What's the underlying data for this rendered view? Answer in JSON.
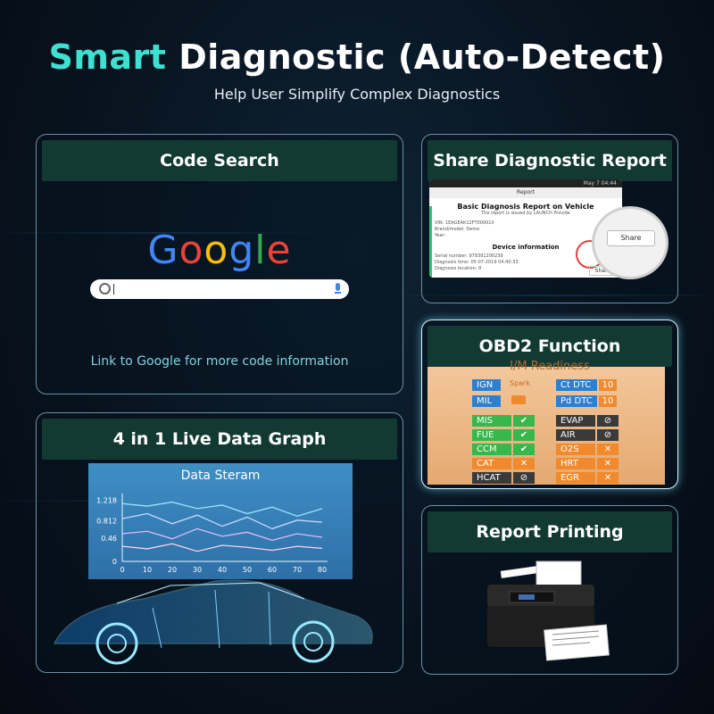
{
  "header": {
    "title_accent": "Smart",
    "title_rest": "Diagnostic (Auto-Detect)",
    "subtitle": "Help User Simplify Complex Diagnostics"
  },
  "code_search": {
    "heading": "Code Search",
    "logo_letters": [
      "G",
      "o",
      "o",
      "g",
      "l",
      "e"
    ],
    "link_text": "Link to Google for more code information"
  },
  "share_report": {
    "heading": "Share Diagnostic Report",
    "status_time": "May 7   04:44",
    "screen_title": "Report",
    "report_title": "Basic Diagnosis Report on Vehicle",
    "report_sub": "The report is issued by LAUNCH Provide",
    "vin": "VIN: 1EAGEAK12FT00001X",
    "brand": "Brand/model: Demo",
    "year": "Year:",
    "device_info": "Device information",
    "serial": "Serial number: 979391200239",
    "diag_time": "Diagnosis time: 05-07-2019 04:40:33",
    "diag_location": "Diagnosis location: 9",
    "share_label": "Share",
    "share_label_small": "Share"
  },
  "obd2": {
    "heading": "OBD2 Function",
    "readiness_title": "I/M Readiness",
    "ign": "IGN",
    "spark": "Spark",
    "mil": "MIL",
    "ct_dtc": "Ct DTC",
    "ct_val": "10",
    "pd_dtc": "Pd DTC",
    "pd_val": "10",
    "left_monitors": [
      {
        "name": "MIS",
        "status": "✔",
        "color": "#36b84c"
      },
      {
        "name": "FUE",
        "status": "✔",
        "color": "#36b84c"
      },
      {
        "name": "CCM",
        "status": "✔",
        "color": "#36b84c"
      },
      {
        "name": "CAT",
        "status": "✕",
        "color": "#f08a2c"
      },
      {
        "name": "HCAT",
        "status": "⊘",
        "color": "#3a3a3a"
      }
    ],
    "right_monitors": [
      {
        "name": "EVAP",
        "status": "⊘",
        "color": "#3a3a3a"
      },
      {
        "name": "AIR",
        "status": "⊘",
        "color": "#3a3a3a"
      },
      {
        "name": "O2S",
        "status": "✕",
        "color": "#f08a2c"
      },
      {
        "name": "HRT",
        "status": "✕",
        "color": "#f08a2c"
      },
      {
        "name": "EGR",
        "status": "✕",
        "color": "#f08a2c"
      }
    ]
  },
  "live_graph": {
    "heading": "4 in 1 Live Data Graph"
  },
  "chart_data": {
    "type": "line",
    "title": "Data Steram",
    "x": [
      0,
      10,
      20,
      30,
      40,
      50,
      60,
      70,
      80
    ],
    "y_ticks": [
      "0",
      "0.46",
      "0.812",
      "1.218"
    ],
    "ylim": [
      0,
      1.35
    ],
    "series": [
      {
        "values": [
          1.15,
          1.1,
          1.18,
          1.05,
          1.12,
          0.95,
          1.08,
          0.9,
          1.05
        ]
      },
      {
        "values": [
          0.85,
          0.95,
          0.75,
          0.92,
          0.7,
          0.88,
          0.65,
          0.82,
          0.78
        ]
      },
      {
        "values": [
          0.55,
          0.6,
          0.45,
          0.65,
          0.5,
          0.58,
          0.42,
          0.55,
          0.48
        ]
      },
      {
        "values": [
          0.3,
          0.25,
          0.35,
          0.2,
          0.32,
          0.28,
          0.22,
          0.3,
          0.26
        ]
      }
    ],
    "colors": [
      "#9fe0ff",
      "#c8d8ff",
      "#e0b8ff",
      "#ffd0e8"
    ]
  },
  "printing": {
    "heading": "Report Printing"
  }
}
